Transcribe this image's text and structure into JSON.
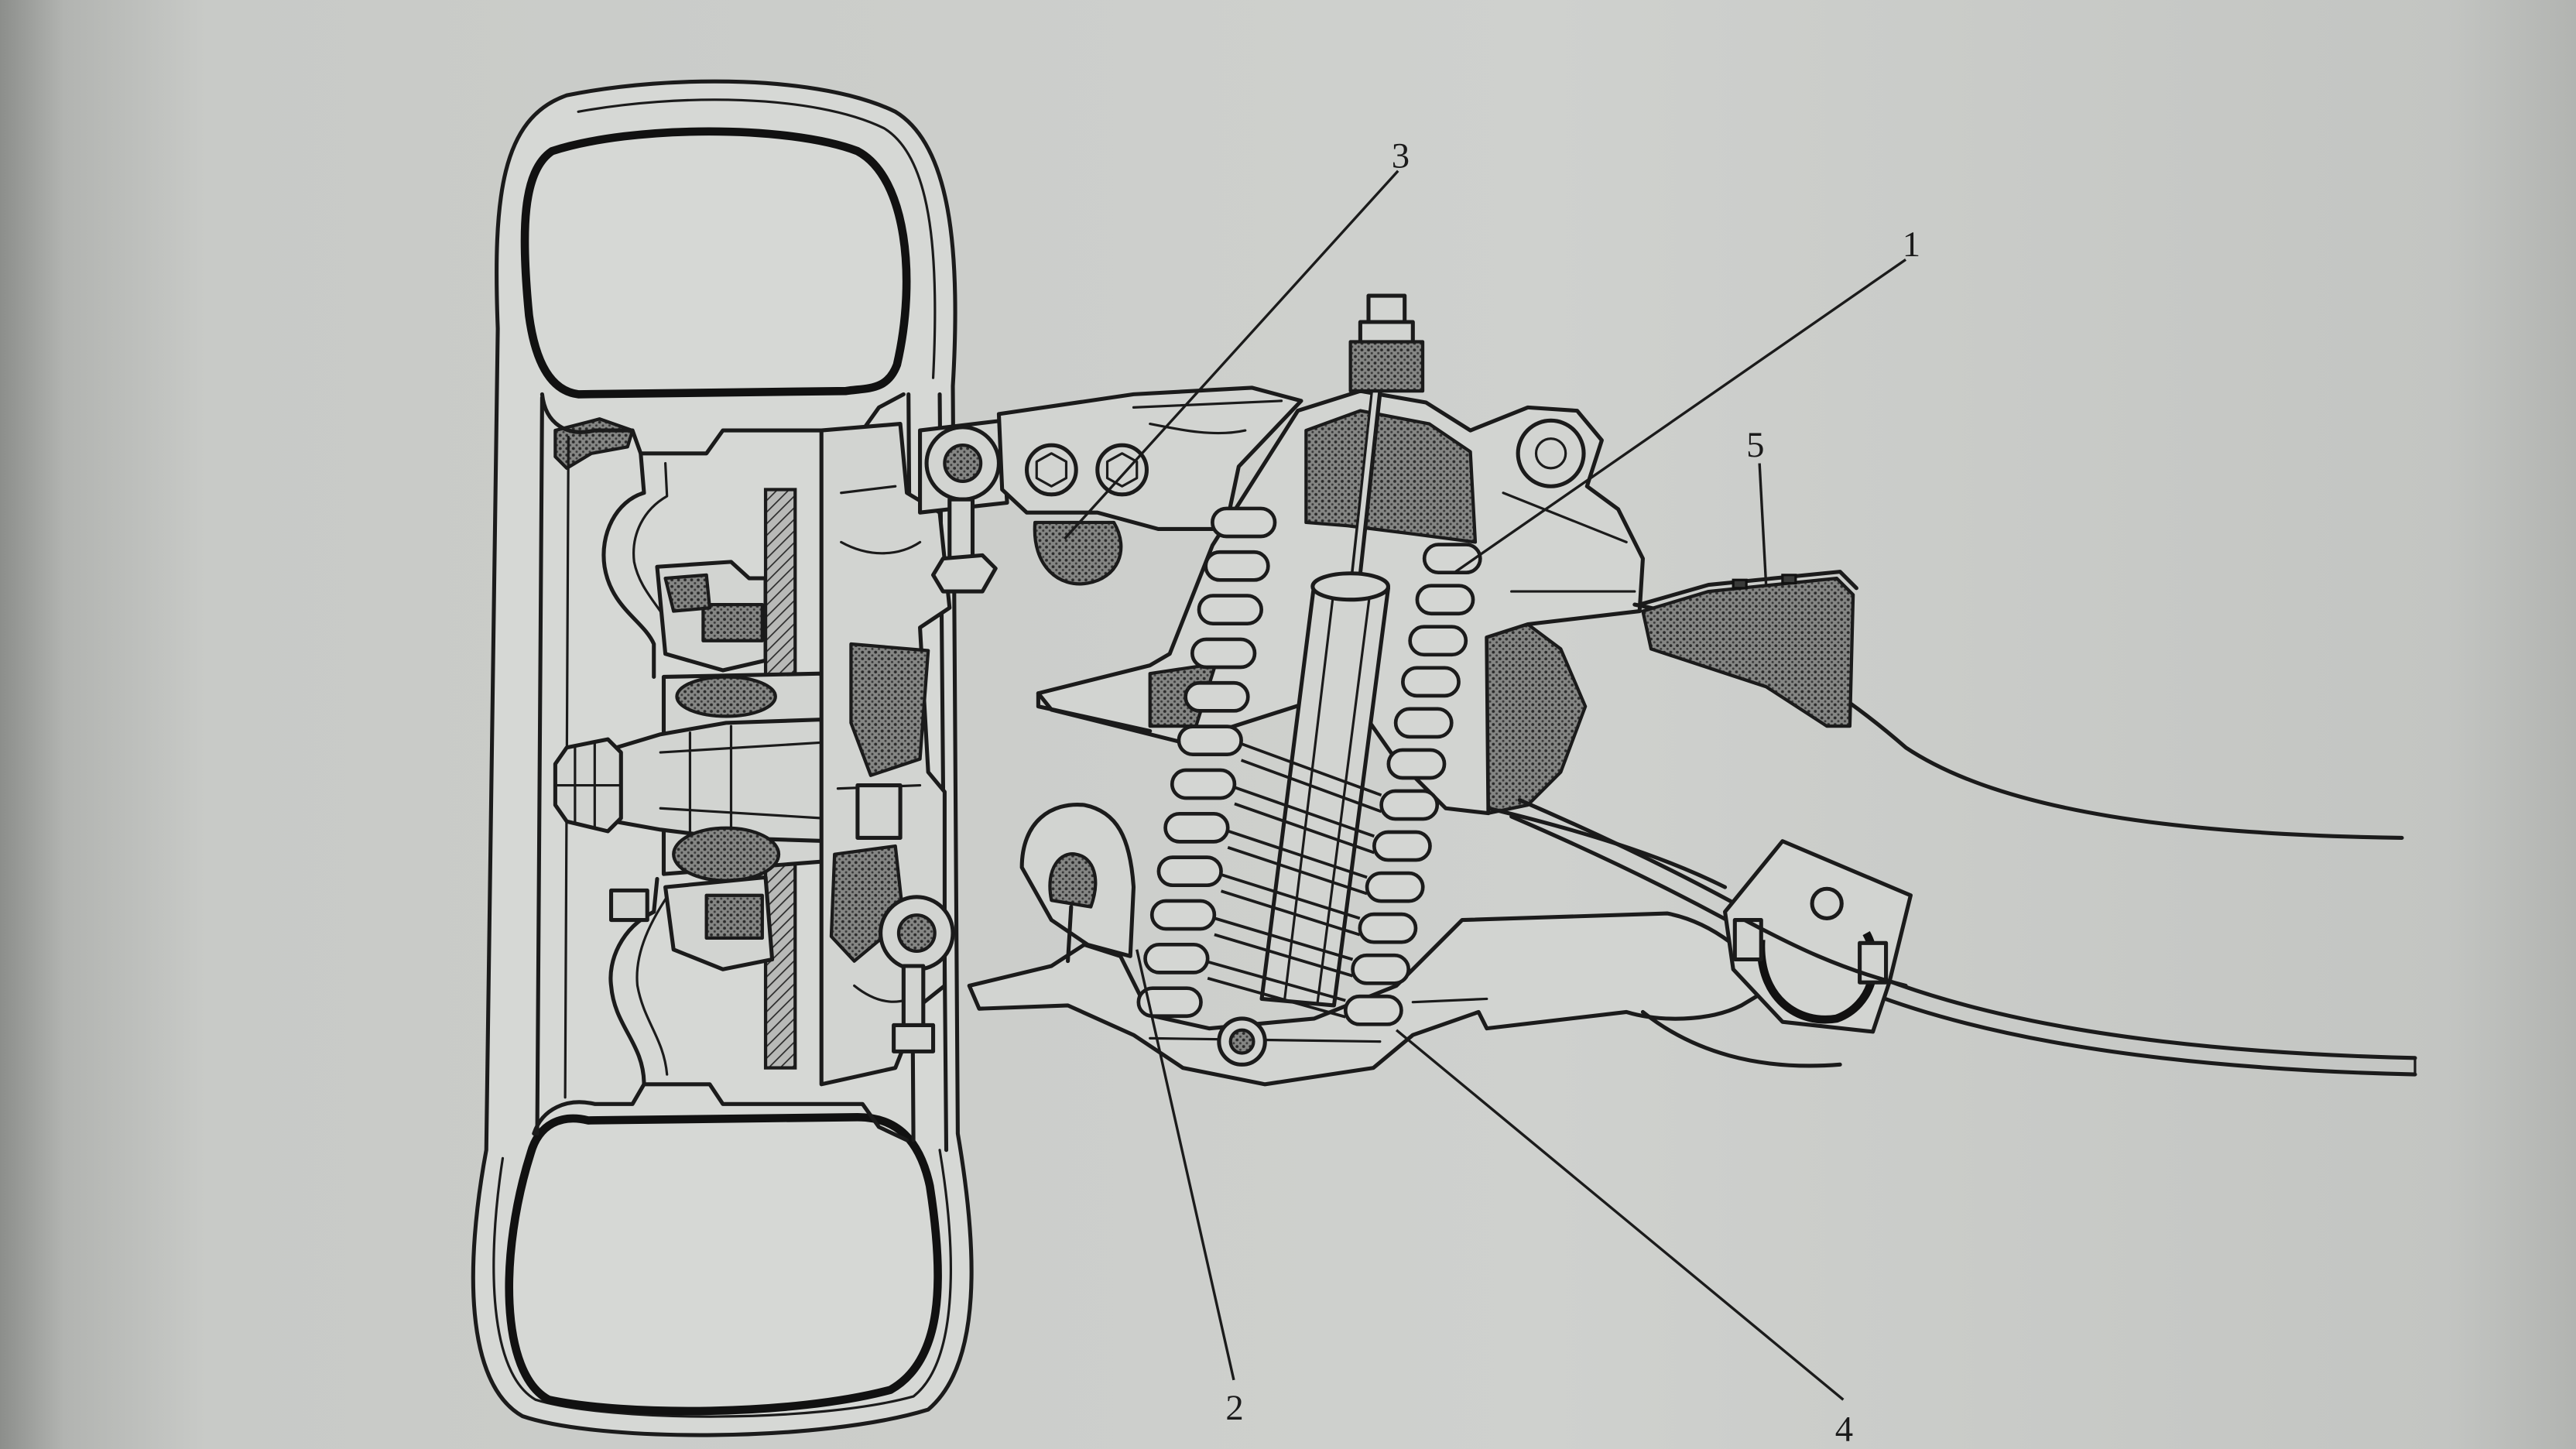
{
  "callouts": [
    {
      "label": "1"
    },
    {
      "label": "2"
    },
    {
      "label": "3"
    },
    {
      "label": "4"
    },
    {
      "label": "5"
    }
  ],
  "colors": {
    "paper": "#c7c9c6",
    "ink": "#1b1b1b",
    "shade": "#5f605e"
  }
}
